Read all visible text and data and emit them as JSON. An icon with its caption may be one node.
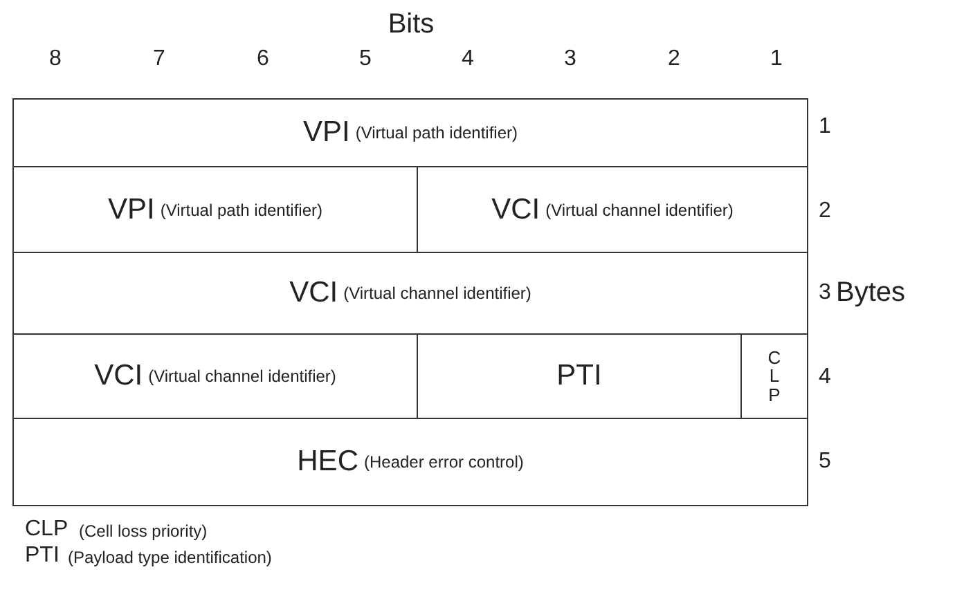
{
  "diagram": {
    "nodes": [
      {
        "text": [
          "VPI",
          "(Virtual path identifier)"
        ]
      },
      {
        "text": [
          "VPI",
          "(Virtual path identifier)"
        ]
      },
      {
        "text": [
          "VCI",
          "(Virtual channel identifier)"
        ]
      },
      {
        "text": [
          "VCI",
          "(Virtual channel identifier)"
        ]
      },
      {
        "text": [
          "VCI",
          "(Virtual channel identifier)"
        ]
      },
      {
        "text": [
          "PTI"
        ]
      },
      {
        "text": [
          "CLP"
        ]
      },
      {
        "text": [
          "HEC",
          "(Header error control)"
        ]
      }
    ],
    "labels": [
      "Bits",
      "8",
      "7",
      "6",
      "5",
      "4",
      "3",
      "2",
      "1",
      "1",
      "2",
      "3",
      "Bytes",
      "4",
      "5",
      "CLP",
      "(Cell loss priority)",
      "PTI",
      "(Payload type identification)"
    ]
  }
}
